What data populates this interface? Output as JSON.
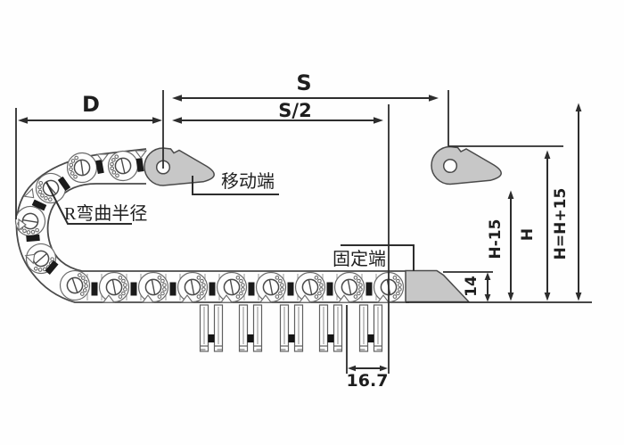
{
  "diagram": {
    "type": "engineering-drawing",
    "subject": "cable-drag-chain-dimension-diagram",
    "colors": {
      "background": "#fefefe",
      "dimension_line": "#2d2d2d",
      "chain_outline": "#4a4a4a",
      "chain_detail": "#5f5f5f",
      "bracket_fill": "#c7c7c7",
      "black_insert": "#1a1a1a",
      "text": "#1e1e1e"
    },
    "labels": {
      "d": "D",
      "s": "S",
      "s_half": "S/2",
      "moving_end": "移动端",
      "fixed_end": "固定端",
      "bend_radius": "R弯曲半径",
      "height_minus": "H-15",
      "height": "H",
      "height_total": "H=H+15",
      "dim_14": "14",
      "dim_16_7": "16.7"
    }
  }
}
